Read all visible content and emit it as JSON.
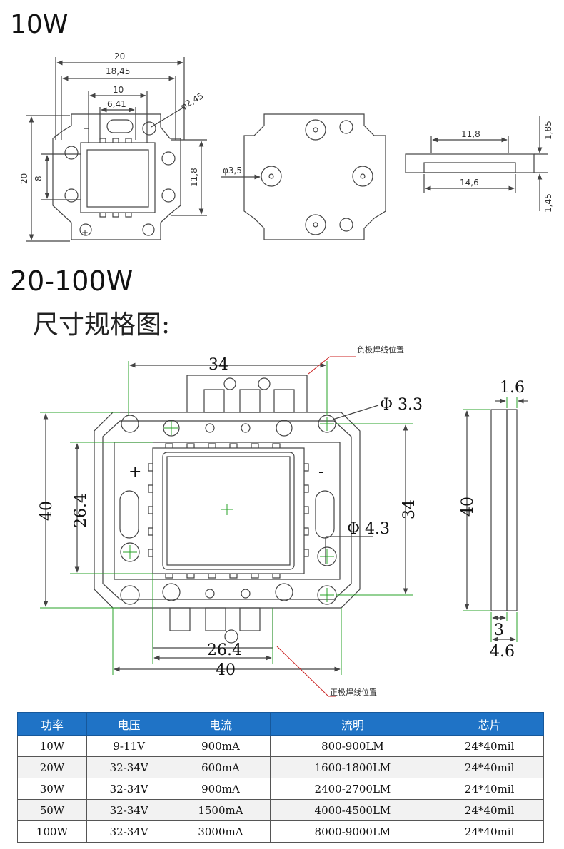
{
  "headings": {
    "w10": "10W",
    "w20_100": "20-100W",
    "subtitle": "尺寸规格图:"
  },
  "diagram_10w": {
    "dims": {
      "width_outer": "20",
      "width_inner": "18,45",
      "chip_width": "10",
      "chip_inner": "6,41",
      "hole": "φ2,45",
      "height_outer": "20",
      "chip_height": "8",
      "height_inner": "11,8",
      "back_hole": "φ3,5",
      "side_top": "11,8",
      "side_bottom": "14,6",
      "side_t1": "1,85",
      "side_t2": "1,45"
    },
    "polarity": {
      "neg": "−",
      "pos": "+"
    }
  },
  "diagram_20_100w": {
    "dims": {
      "top_width": "34",
      "hole_small": "Φ 3.3",
      "height_outer": "40",
      "chip_height": "26.4",
      "height_inner": "34",
      "hole_large": "Φ 4.3",
      "chip_width": "26.4",
      "width_outer": "40",
      "side_thickness": "1.6",
      "side_height": "40",
      "side_base": "3",
      "side_total": "4.6"
    },
    "notes": {
      "neg_weld": "负极焊线位置",
      "pos_weld": "正极焊线位置"
    },
    "polarity": {
      "pos": "+",
      "neg": "-"
    }
  },
  "table": {
    "headers": [
      "功率",
      "电压",
      "电流",
      "流明",
      "芯片"
    ],
    "rows": [
      [
        "10W",
        "9-11V",
        "900mA",
        "800-900LM",
        "24*40mil"
      ],
      [
        "20W",
        "32-34V",
        "600mA",
        "1600-1800LM",
        "24*40mil"
      ],
      [
        "30W",
        "32-34V",
        "900mA",
        "2400-2700LM",
        "24*40mil"
      ],
      [
        "50W",
        "32-34V",
        "1500mA",
        "4000-4500LM",
        "24*40mil"
      ],
      [
        "100W",
        "32-34V",
        "3000mA",
        "8000-9000LM",
        "24*40mil"
      ]
    ]
  }
}
